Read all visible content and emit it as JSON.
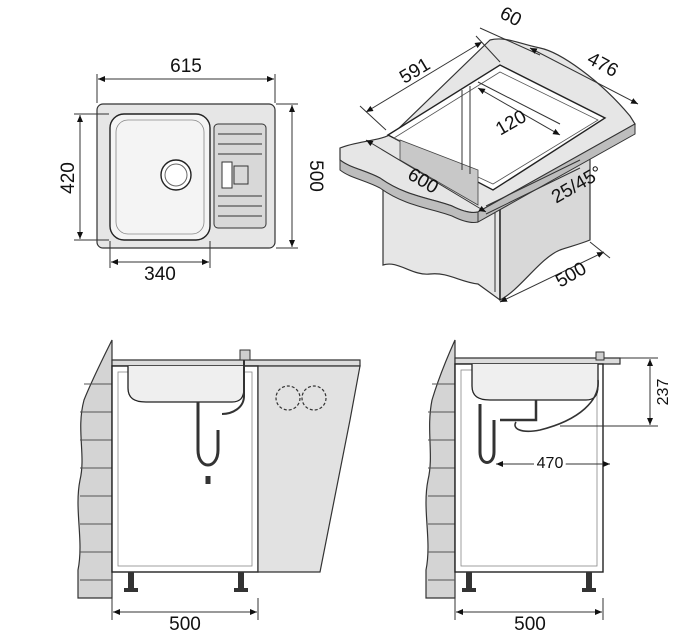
{
  "top_view": {
    "width": "615",
    "depth": "500",
    "bowl_depth": "420",
    "bowl_width": "340"
  },
  "iso_view": {
    "cutout_width": "591",
    "edge": "60",
    "cutout_depth": "476",
    "drainer": "120",
    "cabinet_width": "600",
    "angle": "25/45°",
    "cabinet_depth": "500"
  },
  "front_view": {
    "cabinet_width": "500"
  },
  "side_view": {
    "height": "237",
    "drain_offset": "470",
    "cabinet_width": "500"
  }
}
